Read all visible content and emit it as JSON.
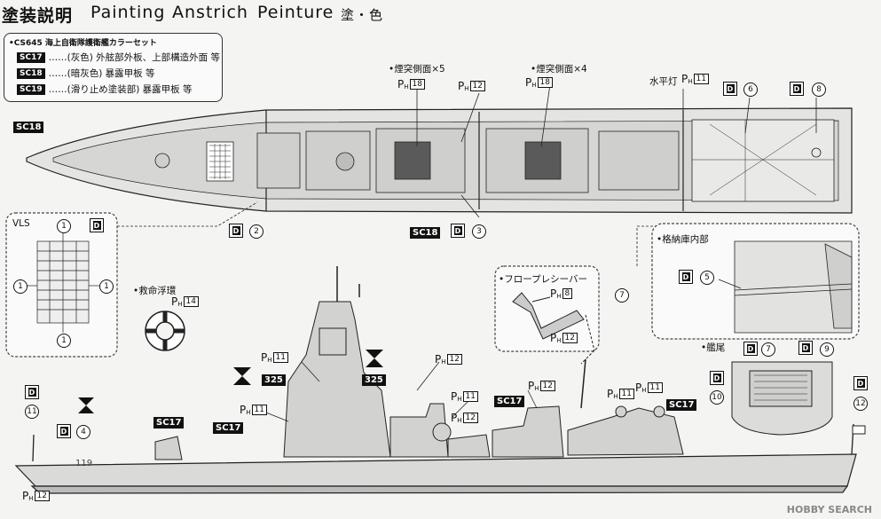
{
  "header": {
    "title_jp": "塗装説明",
    "painting": "Painting",
    "anstrich": "Anstrich",
    "peinture": "Peinture",
    "paint_color": "塗・色"
  },
  "color_set": {
    "title": "•CS645 海上自衛隊護衛艦カラーセット",
    "items": [
      {
        "code": "SC17",
        "desc": "……(灰色) 外舷部外板、上部構造外面 等"
      },
      {
        "code": "SC18",
        "desc": "……(暗灰色) 暴露甲板 等"
      },
      {
        "code": "SC19",
        "desc": "……(滑り止め塗装部) 暴露甲板 等"
      }
    ]
  },
  "labels": {
    "funnel_side_5": "•煙突側面×5",
    "funnel_side_4": "•煙突側面×4",
    "horizontal_light": "水平灯",
    "vls": "VLS",
    "hangar_inside": "•格納庫内部",
    "flow_receiver": "•フロープレシーバー",
    "life_buoy": "•救命浮環",
    "stern": "•艦尾",
    "hull_number": "119"
  },
  "codes": {
    "sc17": "SC17",
    "sc18": "SC18",
    "n325": "325"
  },
  "ph_numbers": {
    "n8": "8",
    "n11": "11",
    "n12": "12",
    "n14": "14",
    "n18": "18"
  },
  "circled": {
    "c1": "1",
    "c2": "2",
    "c3": "3",
    "c4": "4",
    "c5": "5",
    "c6": "6",
    "c7": "7",
    "c8": "8",
    "c9": "9",
    "c10": "10",
    "c11": "11",
    "c12": "12"
  },
  "decal_mark": "D",
  "watermark": "HOBBY SEARCH",
  "colors": {
    "ink": "#111111",
    "paper": "#f4f4f2",
    "hull": "#d8d8d6"
  }
}
